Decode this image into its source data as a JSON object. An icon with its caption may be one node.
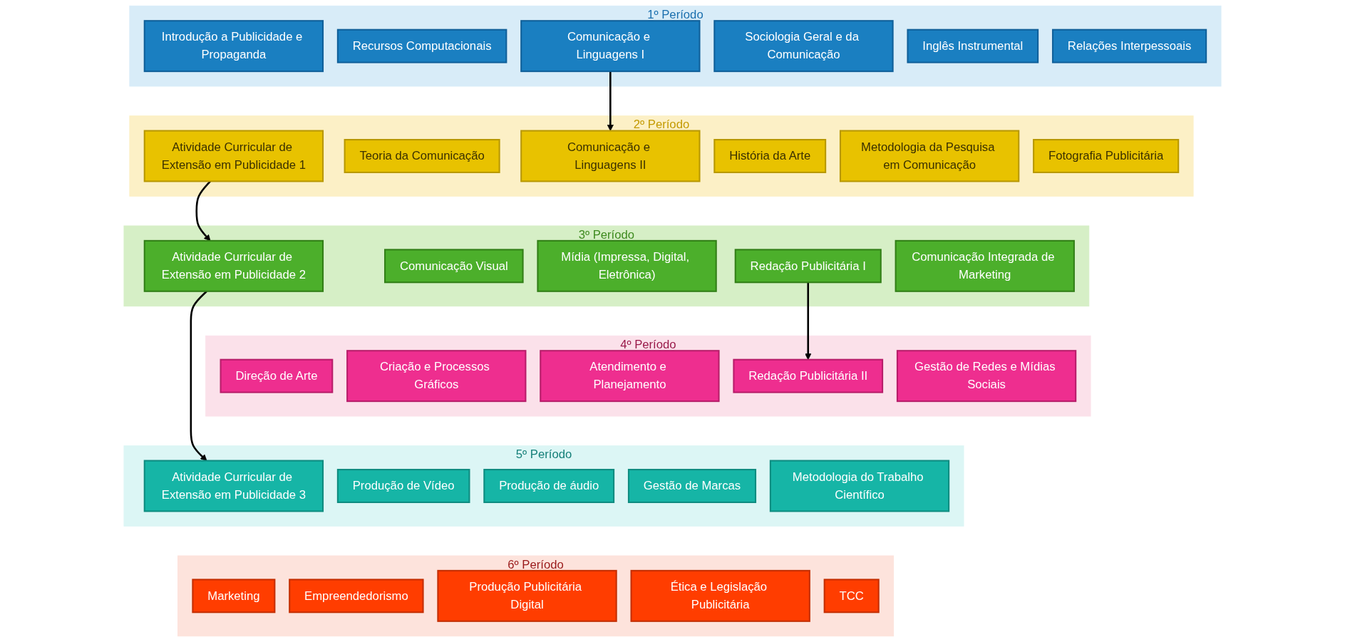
{
  "diagram": {
    "nodes": [
      {
        "text": [
          "1º Período"
        ]
      },
      {
        "text": [
          "Introdução a Publicidade e Propaganda"
        ],
        "in": 0
      },
      {
        "text": [
          "Recursos Computacionais"
        ],
        "in": 0
      },
      {
        "text": [
          "Comunicação e Linguagens I"
        ],
        "in": 0
      },
      {
        "text": [
          "Sociologia Geral e da Comunicação"
        ],
        "in": 0
      },
      {
        "text": [
          "Inglês Instrumental"
        ],
        "in": 0
      },
      {
        "text": [
          "Relações Interpessoais"
        ],
        "in": 0
      },
      {
        "text": [
          "2º Período"
        ]
      },
      {
        "text": [
          "Atividade Curricular de Extensão em Publicidade 1"
        ],
        "in": 7
      },
      {
        "text": [
          "Teoria da Comunicação"
        ],
        "in": 7
      },
      {
        "text": [
          "Comunicação e Linguagens II"
        ],
        "in": 7
      },
      {
        "text": [
          "História da Arte"
        ],
        "in": 7
      },
      {
        "text": [
          "Metodologia da Pesquisa em Comunicação"
        ],
        "in": 7
      },
      {
        "text": [
          "Fotografia Publicitária"
        ],
        "in": 7
      },
      {
        "text": [
          "3º Período"
        ]
      },
      {
        "text": [
          "Atividade Curricular de Extensão em Publicidade 2"
        ],
        "in": 14
      },
      {
        "text": [
          "Comunicação Visual"
        ],
        "in": 14
      },
      {
        "text": [
          "Mídia (Impressa, Digital, Eletrônica)"
        ],
        "in": 14
      },
      {
        "text": [
          "Redação Publicitária I"
        ],
        "in": 14
      },
      {
        "text": [
          "Comunicação Integrada de Marketing"
        ],
        "in": 14
      },
      {
        "text": [
          "4º Período"
        ]
      },
      {
        "text": [
          "Direção de Arte"
        ],
        "in": 20
      },
      {
        "text": [
          "Criação e Processos Gráficos"
        ],
        "in": 20
      },
      {
        "text": [
          "Atendimento e Planejamento"
        ],
        "in": 20
      },
      {
        "text": [
          "Redação Publicitária II"
        ],
        "in": 20
      },
      {
        "text": [
          "Gestão de Redes e Mídias Sociais"
        ],
        "in": 20
      },
      {
        "text": [
          "5º Período"
        ]
      },
      {
        "text": [
          "Atividade Curricular de Extensão em Publicidade 3"
        ],
        "in": 26
      },
      {
        "text": [
          "Produção de Vídeo"
        ],
        "in": 26
      },
      {
        "text": [
          "Produção de áudio"
        ],
        "in": 26
      },
      {
        "text": [
          "Gestão de Marcas"
        ],
        "in": 26
      },
      {
        "text": [
          "Metodologia do Trabalho Científico"
        ],
        "in": 26
      },
      {
        "text": [
          "6º Período"
        ]
      },
      {
        "text": [
          "Marketing"
        ],
        "in": 32
      },
      {
        "text": [
          "Empreendedorismo"
        ],
        "in": 32
      },
      {
        "text": [
          "Produção Publicitária Digital"
        ],
        "in": 32
      },
      {
        "text": [
          "Ética e Legislação Publicitária"
        ],
        "in": 32
      },
      {
        "text": [
          "TCC"
        ],
        "in": 32
      }
    ],
    "edges": [
      {
        "from": 3,
        "to": 10,
        "arrow": "to"
      },
      {
        "from": 8,
        "to": 15,
        "arrow": "to"
      },
      {
        "from": 15,
        "to": 27,
        "arrow": "to"
      },
      {
        "from": 18,
        "to": 24,
        "arrow": "to"
      }
    ]
  }
}
